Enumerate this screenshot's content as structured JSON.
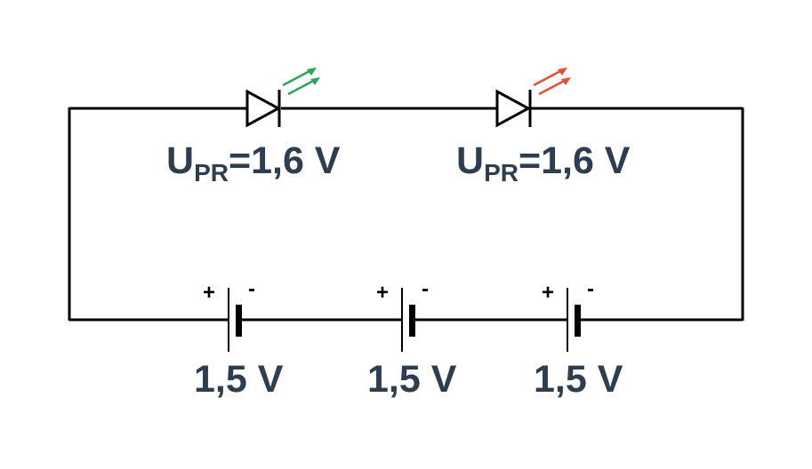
{
  "diagram": {
    "leds": [
      {
        "symbol": "U",
        "subscript": "PR",
        "value": "=1,6 V",
        "emission_color": "#2ea35a"
      },
      {
        "symbol": "U",
        "subscript": "PR",
        "value": "=1,6 V",
        "emission_color": "#e0503c"
      }
    ],
    "batteries": [
      {
        "voltage": "1,5 V",
        "plus": "+",
        "minus": "-"
      },
      {
        "voltage": "1,5 V",
        "plus": "+",
        "minus": "-"
      },
      {
        "voltage": "1,5 V",
        "plus": "+",
        "minus": "-"
      }
    ],
    "colors": {
      "wire": "#000000",
      "label": "#2e3e51"
    }
  }
}
